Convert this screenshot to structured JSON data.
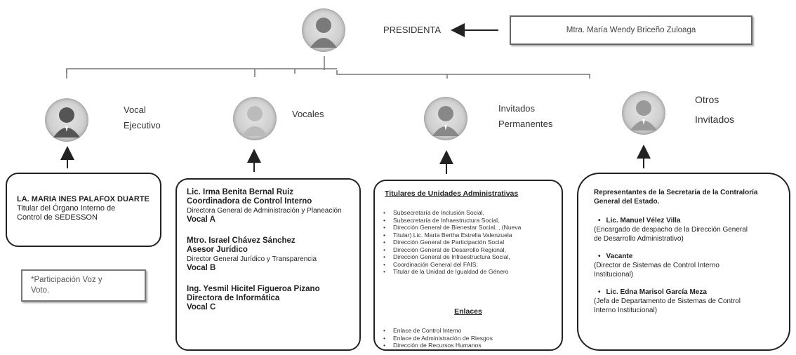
{
  "president": {
    "label": "PRESIDENTA",
    "name": "Mtra. María Wendy Briceño Zuloaga"
  },
  "branches": [
    {
      "label_line1": "Vocal",
      "label_line2": "Ejecutivo"
    },
    {
      "label_line1": "Vocales",
      "label_line2": ""
    },
    {
      "label_line1": "Invitados",
      "label_line2": "Permanentes"
    },
    {
      "label_line1": "Otros",
      "label_line2": "Invitados"
    }
  ],
  "vocal_ejecutivo": {
    "name": "LA. MARIA INES PALAFOX DUARTE",
    "role_line1": "Titular del Órgano Interno de",
    "role_line2": "Control de SEDESSON"
  },
  "note": {
    "line1": "*Participación Voz y",
    "line2": "Voto."
  },
  "vocales": [
    {
      "name": "Lic. Irma Benita Bernal Ruiz",
      "title": "Coordinadora de Control Interno",
      "detail": "Directora General de Administración y Planeación",
      "vocal": "Vocal A"
    },
    {
      "name": "Mtro. Israel Chávez Sánchez",
      "title": "Asesor Jurídico",
      "detail": "Director General Jurídico y Transparencia",
      "vocal": "Vocal B"
    },
    {
      "name": "Ing. Yesmil Hicitel Figueroa Pizano",
      "title": "Directora de Informática",
      "detail": "",
      "vocal": "Vocal C"
    }
  ],
  "invitados": {
    "heading": "Titulares de Unidades Administrativas",
    "units": [
      "Subsecretaría de Inclusión Social,",
      "Subsecretaría de Infraestructura Social,",
      "Dirección General de Bienestar Social, , (Nueva",
      "Titular) Lic. María Bertha Estrella Valenzuela",
      "Dirección General de Participación Social",
      "Dirección General de Desarrollo Regional,",
      "Dirección General de Infraestructura Social,",
      "Coordinación General del FAIS;",
      "Titular de la Unidad de Igualdad de Género"
    ],
    "enlaces_heading": "Enlaces",
    "enlaces": [
      "Enlace de Control Interno",
      "Enlace de Administración de Riesgos",
      "Dirección de Recursos Humanos"
    ]
  },
  "otros": {
    "heading_line1": "Representantes de la Secretaría de la Contraloría",
    "heading_line2": "General del Estado.",
    "people": [
      {
        "name": "Lic. Manuel Vélez Villa",
        "desc_line1": "(Encargado de despacho de la Dirección General",
        "desc_line2": "de Desarrollo Administrativo)"
      },
      {
        "name": "Vacante",
        "desc_line1": "(Director de Sistemas de Control Interno",
        "desc_line2": "Institucional)"
      },
      {
        "name": "Lic. Edna Marisol García Meza",
        "desc_line1": "(Jefa de Departamento de Sistemas de Control",
        "desc_line2": "Interno Institucional)"
      }
    ]
  }
}
